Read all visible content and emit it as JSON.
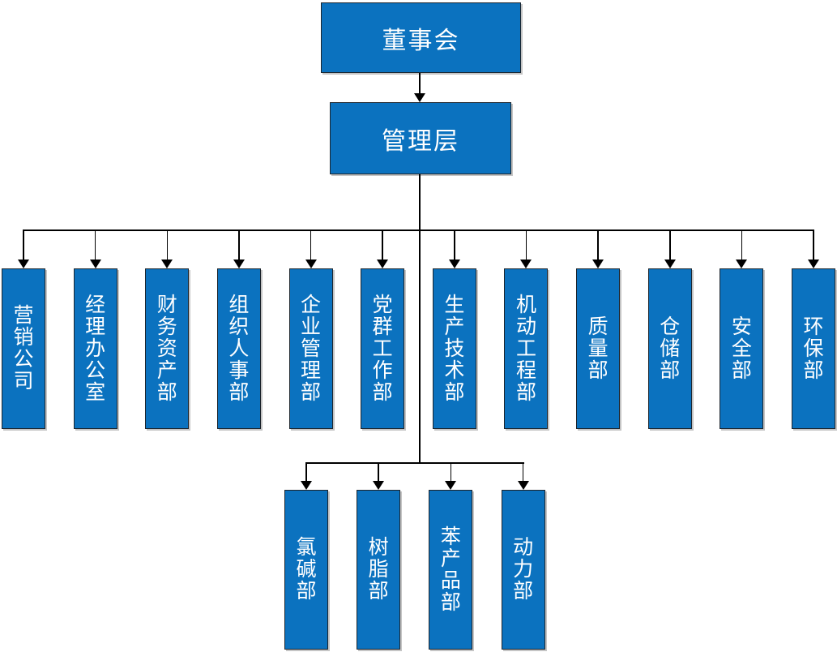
{
  "org": {
    "root": "董事会",
    "management": "管理层",
    "departments": [
      "营销公司",
      "经理办公室",
      "财务资产部",
      "组织人事部",
      "企业管理部",
      "党群工作部",
      "生产技术部",
      "机动工程部",
      "质量部",
      "仓储部",
      "安全部",
      "环保部"
    ],
    "sub_departments": [
      "氯碱部",
      "树脂部",
      "苯产品部",
      "动力部"
    ],
    "colors": {
      "box_fill": "#0b72bf",
      "box_border": "#1c242c",
      "connector": "#000000",
      "text": "#ffffff",
      "background": "#ffffff"
    }
  }
}
